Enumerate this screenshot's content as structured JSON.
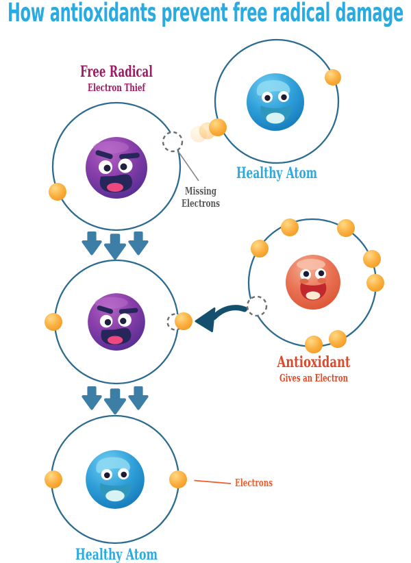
{
  "title": "How antioxidants prevent free radical damage",
  "labels": {
    "free_radical": "Free Radical",
    "free_radical_sub": "Electron Thief",
    "healthy_atom_top": "Healthy Atom",
    "missing_line1": "Missing",
    "missing_line2": "Electrons",
    "antioxidant": "Antioxidant",
    "antioxidant_sub": "Gives an Electron",
    "electrons_callout": "Electrons",
    "healthy_atom_bottom": "Healthy Atom"
  },
  "colors": {
    "title_blue": "#29ABE2",
    "healthy_blue": "#29ABE2",
    "free_radical_magenta": "#A01A63",
    "missing_gray": "#58595B",
    "antioxidant_red": "#DD4A2A",
    "electrons_orange": "#F15A29",
    "orbit_stroke": "#2C6B90",
    "down_arrow_blue": "#3D7EA6",
    "transfer_arrow_navy": "#14506E",
    "electron_yellow": "#FBB040",
    "free_radical_purple": "#8B3FAB",
    "healthy_atom_ball_blue": "#2F9FD9",
    "antioxidant_ball_orange": "#E97355"
  },
  "figure": {
    "free_radical_orbit_electrons": 1,
    "healthy_top_orbit_electrons": 2,
    "middle_orbit_electrons": 1,
    "antioxidant_orbit_electrons": 7,
    "healthy_bottom_orbit_electrons": 2,
    "missing_slots": 3,
    "down_arrows_per_row": 3
  }
}
